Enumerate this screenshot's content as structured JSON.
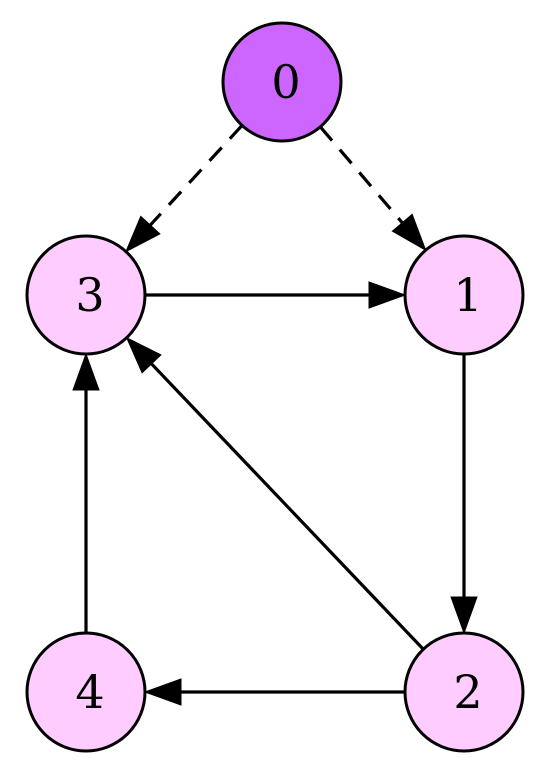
{
  "colors": {
    "root_fill": "#cc66ff",
    "node_fill": "#ffccff",
    "stroke": "#000000"
  },
  "graph": {
    "nodes": [
      {
        "id": "0",
        "label": "0",
        "style": "root"
      },
      {
        "id": "1",
        "label": "1",
        "style": "normal"
      },
      {
        "id": "2",
        "label": "2",
        "style": "normal"
      },
      {
        "id": "3",
        "label": "3",
        "style": "normal"
      },
      {
        "id": "4",
        "label": "4",
        "style": "normal"
      }
    ],
    "edges": [
      {
        "from": "0",
        "to": "3",
        "style": "dashed"
      },
      {
        "from": "0",
        "to": "1",
        "style": "dashed"
      },
      {
        "from": "3",
        "to": "1",
        "style": "solid"
      },
      {
        "from": "1",
        "to": "2",
        "style": "solid"
      },
      {
        "from": "2",
        "to": "3",
        "style": "solid"
      },
      {
        "from": "2",
        "to": "4",
        "style": "solid"
      },
      {
        "from": "4",
        "to": "3",
        "style": "solid"
      }
    ]
  }
}
